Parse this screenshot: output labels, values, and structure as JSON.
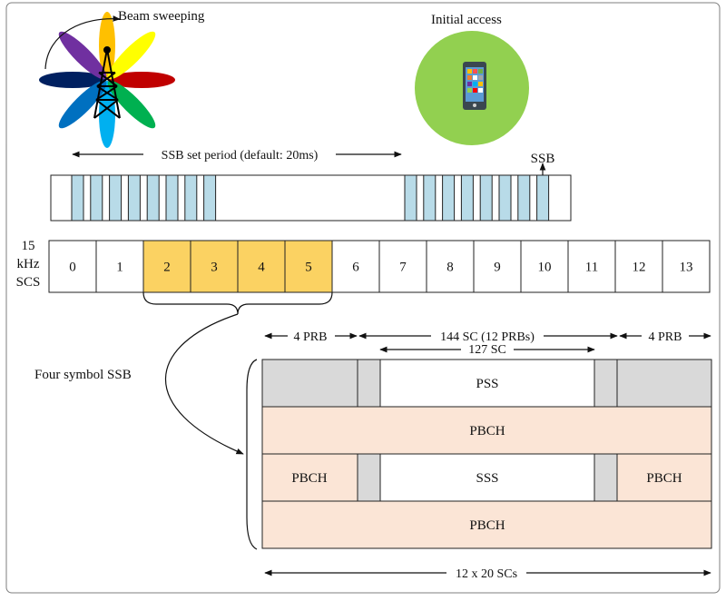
{
  "labels": {
    "beam_sweeping": "Beam sweeping",
    "initial_access": "Initial access",
    "ssb_set_period": "SSB set period (default: 20ms)",
    "ssb": "SSB",
    "scs_label_line1": "15",
    "scs_label_line2": "kHz",
    "scs_label_line3": "SCS",
    "four_symbol_ssb": "Four symbol SSB",
    "prb_left": "4 PRB",
    "sc_144": "144 SC (12 PRBs)",
    "prb_right": "4 PRB",
    "sc_127": "127 SC",
    "bottom_span": "12 x 20 SCs"
  },
  "symbols": [
    "0",
    "1",
    "2",
    "3",
    "4",
    "5",
    "6",
    "7",
    "8",
    "9",
    "10",
    "11",
    "12",
    "13"
  ],
  "ssb_symbol_indices": [
    2,
    3,
    4,
    5
  ],
  "grid": {
    "row1_center": "PSS",
    "row2": "PBCH",
    "row3_left": "PBCH",
    "row3_center": "SSS",
    "row3_right": "PBCH",
    "row4": "PBCH"
  },
  "colors": {
    "ssb_highlight": "#fbd262",
    "ssb_block": "#b8dbe8",
    "pbch": "#fbe5d6",
    "guard": "#d9d9d9",
    "initial_access_circle": "#92d050",
    "frame_border": "#7f7f7f"
  },
  "icons": {
    "antenna": "antenna-tower-icon",
    "phone": "smartphone-icon"
  }
}
